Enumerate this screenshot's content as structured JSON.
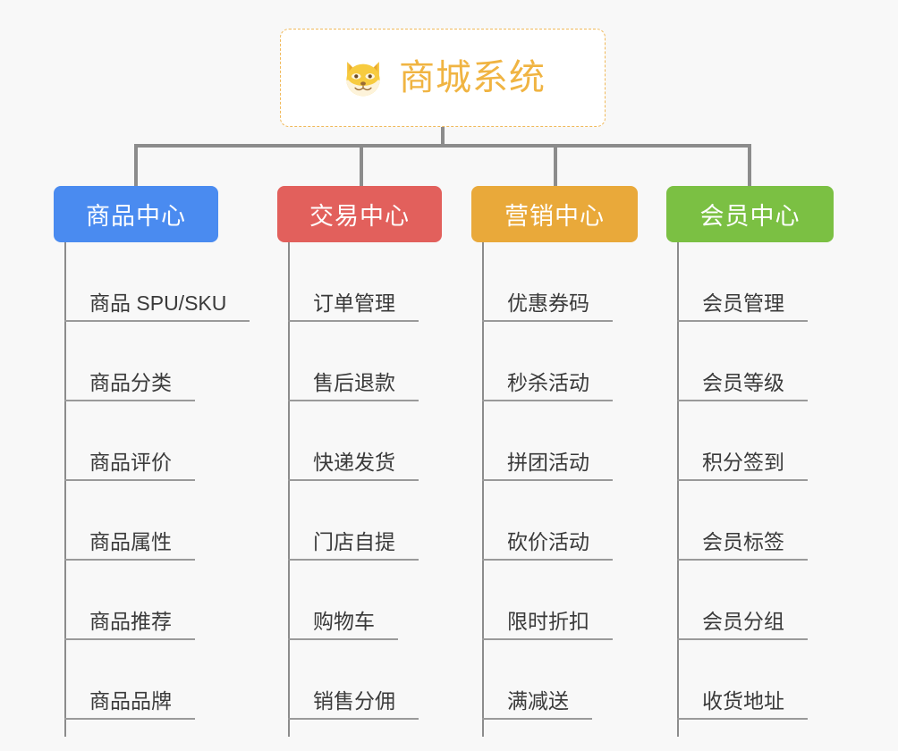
{
  "canvas": {
    "background": "#f8f8f8",
    "line_color": "#8c8c8c"
  },
  "root": {
    "title": "商城系统",
    "icon": "shiba-dog-face-icon",
    "text_color": "#f0b442",
    "border_color": "#f0b95a",
    "background": "#ffffff"
  },
  "branches": [
    {
      "label": "商品中心",
      "color": "#4a8bf0",
      "items": [
        "商品 SPU/SKU",
        "商品分类",
        "商品评价",
        "商品属性",
        "商品推荐",
        "商品品牌"
      ]
    },
    {
      "label": "交易中心",
      "color": "#e2605c",
      "items": [
        "订单管理",
        "售后退款",
        "快递发货",
        "门店自提",
        "购物车",
        "销售分佣"
      ]
    },
    {
      "label": "营销中心",
      "color": "#e9a93a",
      "items": [
        "优惠券码",
        "秒杀活动",
        "拼团活动",
        "砍价活动",
        "限时折扣",
        "满减送"
      ]
    },
    {
      "label": "会员中心",
      "color": "#7bc043",
      "items": [
        "会员管理",
        "会员等级",
        "积分签到",
        "会员标签",
        "会员分组",
        "收货地址"
      ]
    }
  ]
}
